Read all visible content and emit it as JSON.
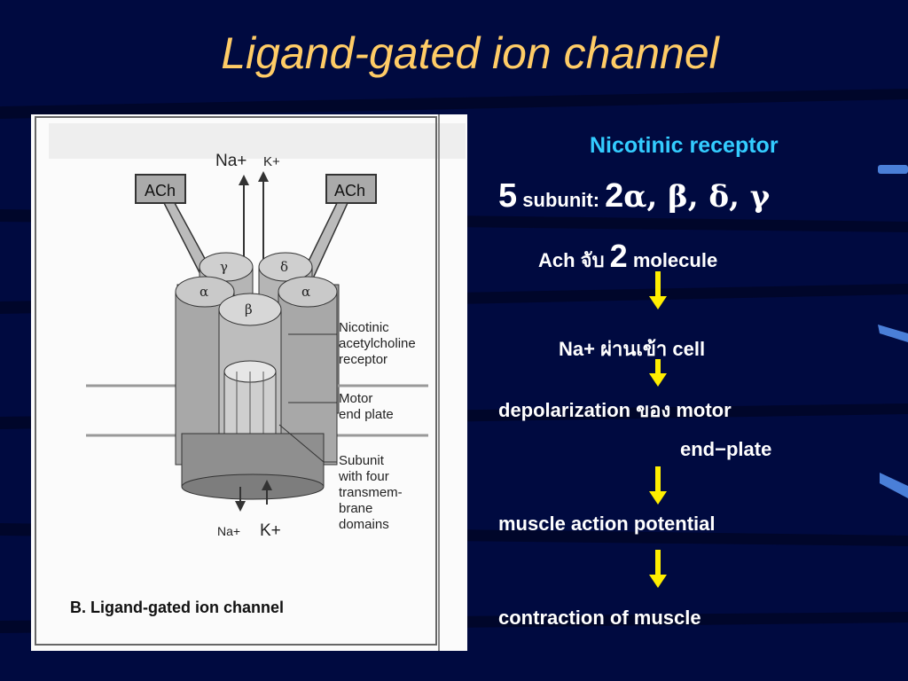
{
  "slide": {
    "title": "Ligand-gated ion channel",
    "colors": {
      "background": "#000a40",
      "title": "#ffcc66",
      "heading": "#33ccff",
      "text": "#ffffff",
      "arrow": "#ffee00"
    }
  },
  "figure": {
    "label_na_top": "Na+",
    "label_k_top": "K+",
    "label_ach_left": "ACh",
    "label_ach_right": "ACh",
    "subunit_gamma": "γ",
    "subunit_delta": "δ",
    "subunit_alpha_left": "α",
    "subunit_alpha_right": "α",
    "subunit_beta": "β",
    "callout_receptor": [
      "Nicotinic",
      "acetylcholine",
      "receptor"
    ],
    "callout_endplate": [
      "Motor",
      "end plate"
    ],
    "callout_subunit": [
      "Subunit",
      "with four",
      "transmem-",
      "brane",
      "domains"
    ],
    "label_na_bottom": "Na+",
    "label_k_bottom": "K+",
    "caption": "B. Ligand-gated ion channel"
  },
  "text": {
    "receptor_title": "Nicotinic receptor",
    "subunit_count": "5",
    "subunit_word": "subunit:",
    "subunit_list_num": "2",
    "subunit_list_greek": "α, β, δ, γ",
    "ach_pre": "Ach จับ",
    "ach_num": "2",
    "ach_post": "molecule",
    "na_step": "Na+ ผ่านเข้า cell",
    "depol_step": "depolarization ของ motor",
    "endplate_step": "end−plate",
    "map_step": "muscle action potential",
    "contraction_step": "contraction of muscle"
  }
}
